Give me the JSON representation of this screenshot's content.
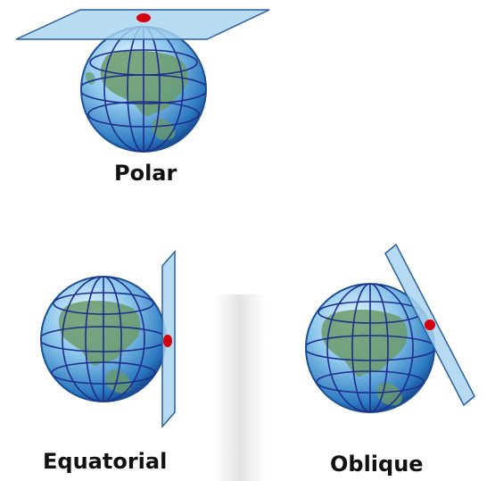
{
  "labels": {
    "polar": "Polar",
    "equatorial": "Equatorial",
    "oblique": "Oblique"
  },
  "colors": {
    "ocean_light": "#eaf6ff",
    "ocean_mid": "#7fbde6",
    "ocean_dark": "#1a5fa8",
    "land": "#6a9a6a",
    "grid_line": "#1f2d8c",
    "plane_fill": "#a8d4ef",
    "plane_stroke": "#2a5fa0",
    "tangent_point": "#d4000c",
    "background": "#ffffff"
  }
}
